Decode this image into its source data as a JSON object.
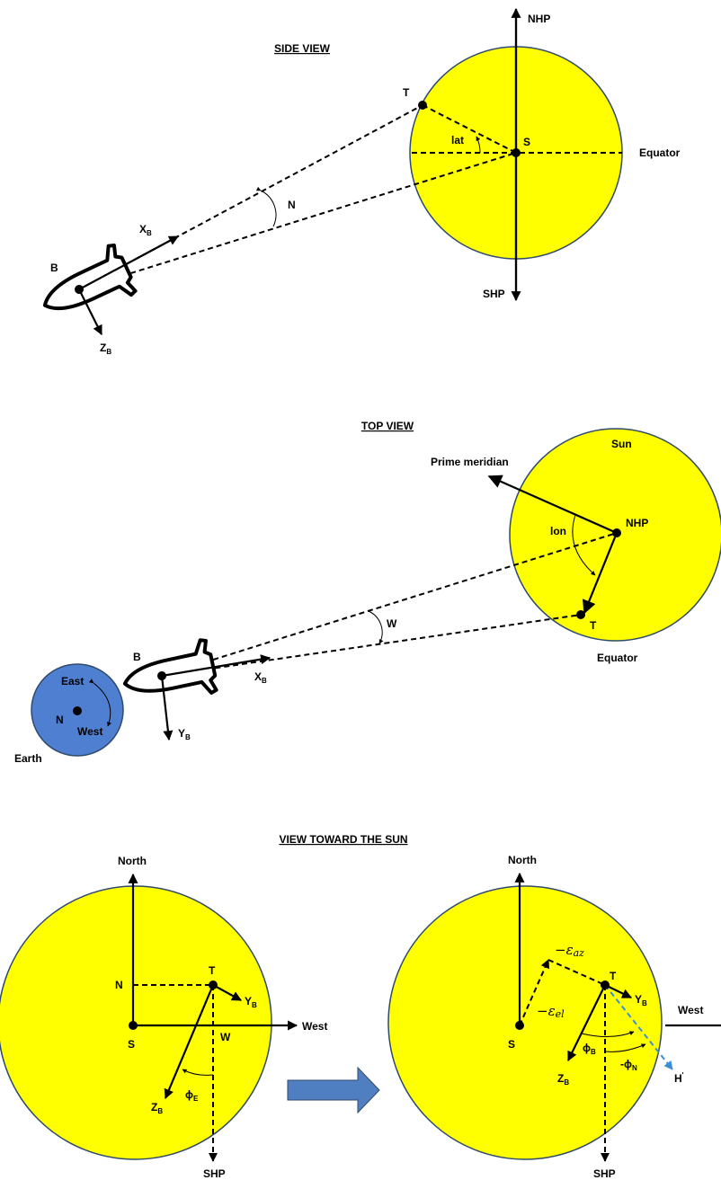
{
  "colors": {
    "sun_fill": "#ffff00",
    "earth_fill": "#4f7fd0",
    "outline": "#2f4a6b",
    "arrow_fill": "#4f7fc0",
    "h_prime_line": "#3a8fd6"
  },
  "side_view": {
    "title": "SIDE VIEW",
    "nhp": "NHP",
    "shp": "SHP",
    "equator": "Equator",
    "t": "T",
    "s": "S",
    "lat": "lat",
    "n": "N",
    "b": "B",
    "xb": "X",
    "xb_sub": "B",
    "zb": "Z",
    "zb_sub": "B"
  },
  "top_view": {
    "title": "TOP VIEW",
    "sun": "Sun",
    "prime_meridian": "Prime meridian",
    "lon": "lon",
    "nhp": "NHP",
    "t": "T",
    "equator": "Equator",
    "w": "W",
    "b": "B",
    "xb": "X",
    "xb_sub": "B",
    "yb": "Y",
    "yb_sub": "B",
    "east": "East",
    "west": "West",
    "n": "N",
    "earth": "Earth"
  },
  "toward_sun": {
    "title": "VIEW TOWARD THE SUN",
    "left": {
      "north": "North",
      "n": "N",
      "t": "T",
      "s": "S",
      "w": "W",
      "west": "West",
      "shp": "SHP",
      "yb": "Y",
      "yb_sub": "B",
      "zb": "Z",
      "zb_sub": "B",
      "phi": "ϕ",
      "phi_sub": "E"
    },
    "right": {
      "north": "North",
      "t": "T",
      "s": "S",
      "west": "West",
      "shp": "SHP",
      "eps_az": "−𝜀",
      "eps_az_sub": "az",
      "eps_el": "−𝜀",
      "eps_el_sub": "el",
      "yb": "Y",
      "yb_sub": "B",
      "zb": "Z",
      "zb_sub": "B",
      "phi_b": "ϕ",
      "phi_b_sub": "B",
      "phi_n": "-ϕ",
      "phi_n_sub": "N",
      "h_prime": "H",
      "h_prime_sup": "'"
    }
  }
}
